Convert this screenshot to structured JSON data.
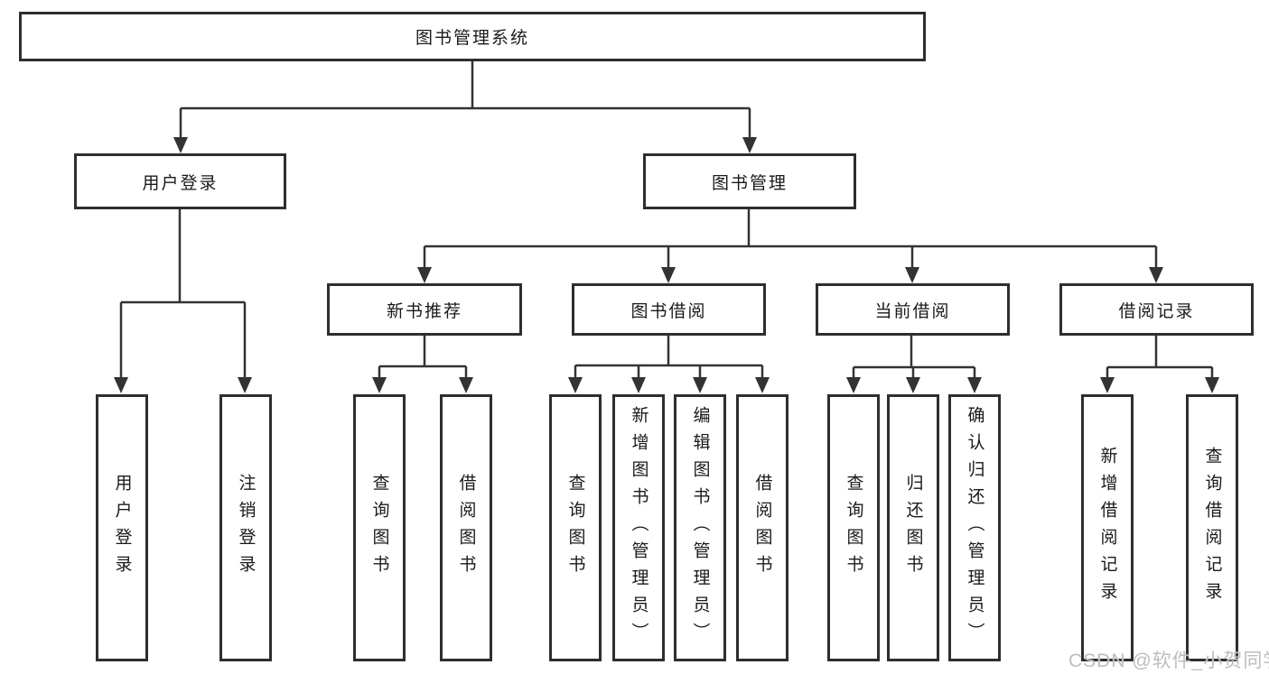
{
  "nodes": {
    "root": "图书管理系统",
    "user_login": "用户登录",
    "book_management": "图书管理",
    "new_book_recommend": "新书推荐",
    "book_borrowing": "图书借阅",
    "current_borrowing": "当前借阅",
    "borrowing_records": "借阅记录",
    "leaf_user_login": "用户登录",
    "leaf_logout_login": "注销登录",
    "leaf_query_books_1": "查询图书",
    "leaf_borrow_books_1": "借阅图书",
    "leaf_query_books_2": "查询图书",
    "leaf_add_books_admin": "新增图书（管理员）",
    "leaf_edit_books_admin": "编辑图书（管理员）",
    "leaf_borrow_books_2": "借阅图书",
    "leaf_query_books_3": "查询图书",
    "leaf_return_books": "归还图书",
    "leaf_confirm_return_admin": "确认归还（管理员）",
    "leaf_add_borrow_record": "新增借阅记录",
    "leaf_query_borrow_record": "查询借阅记录"
  },
  "watermark": "CSDN @软件_小贺同学",
  "colors": {
    "line": "#333333",
    "border": "#2e2e2e",
    "text": "#1a1a1a",
    "watermark": "#b9b9b9",
    "background": "#ffffff"
  }
}
